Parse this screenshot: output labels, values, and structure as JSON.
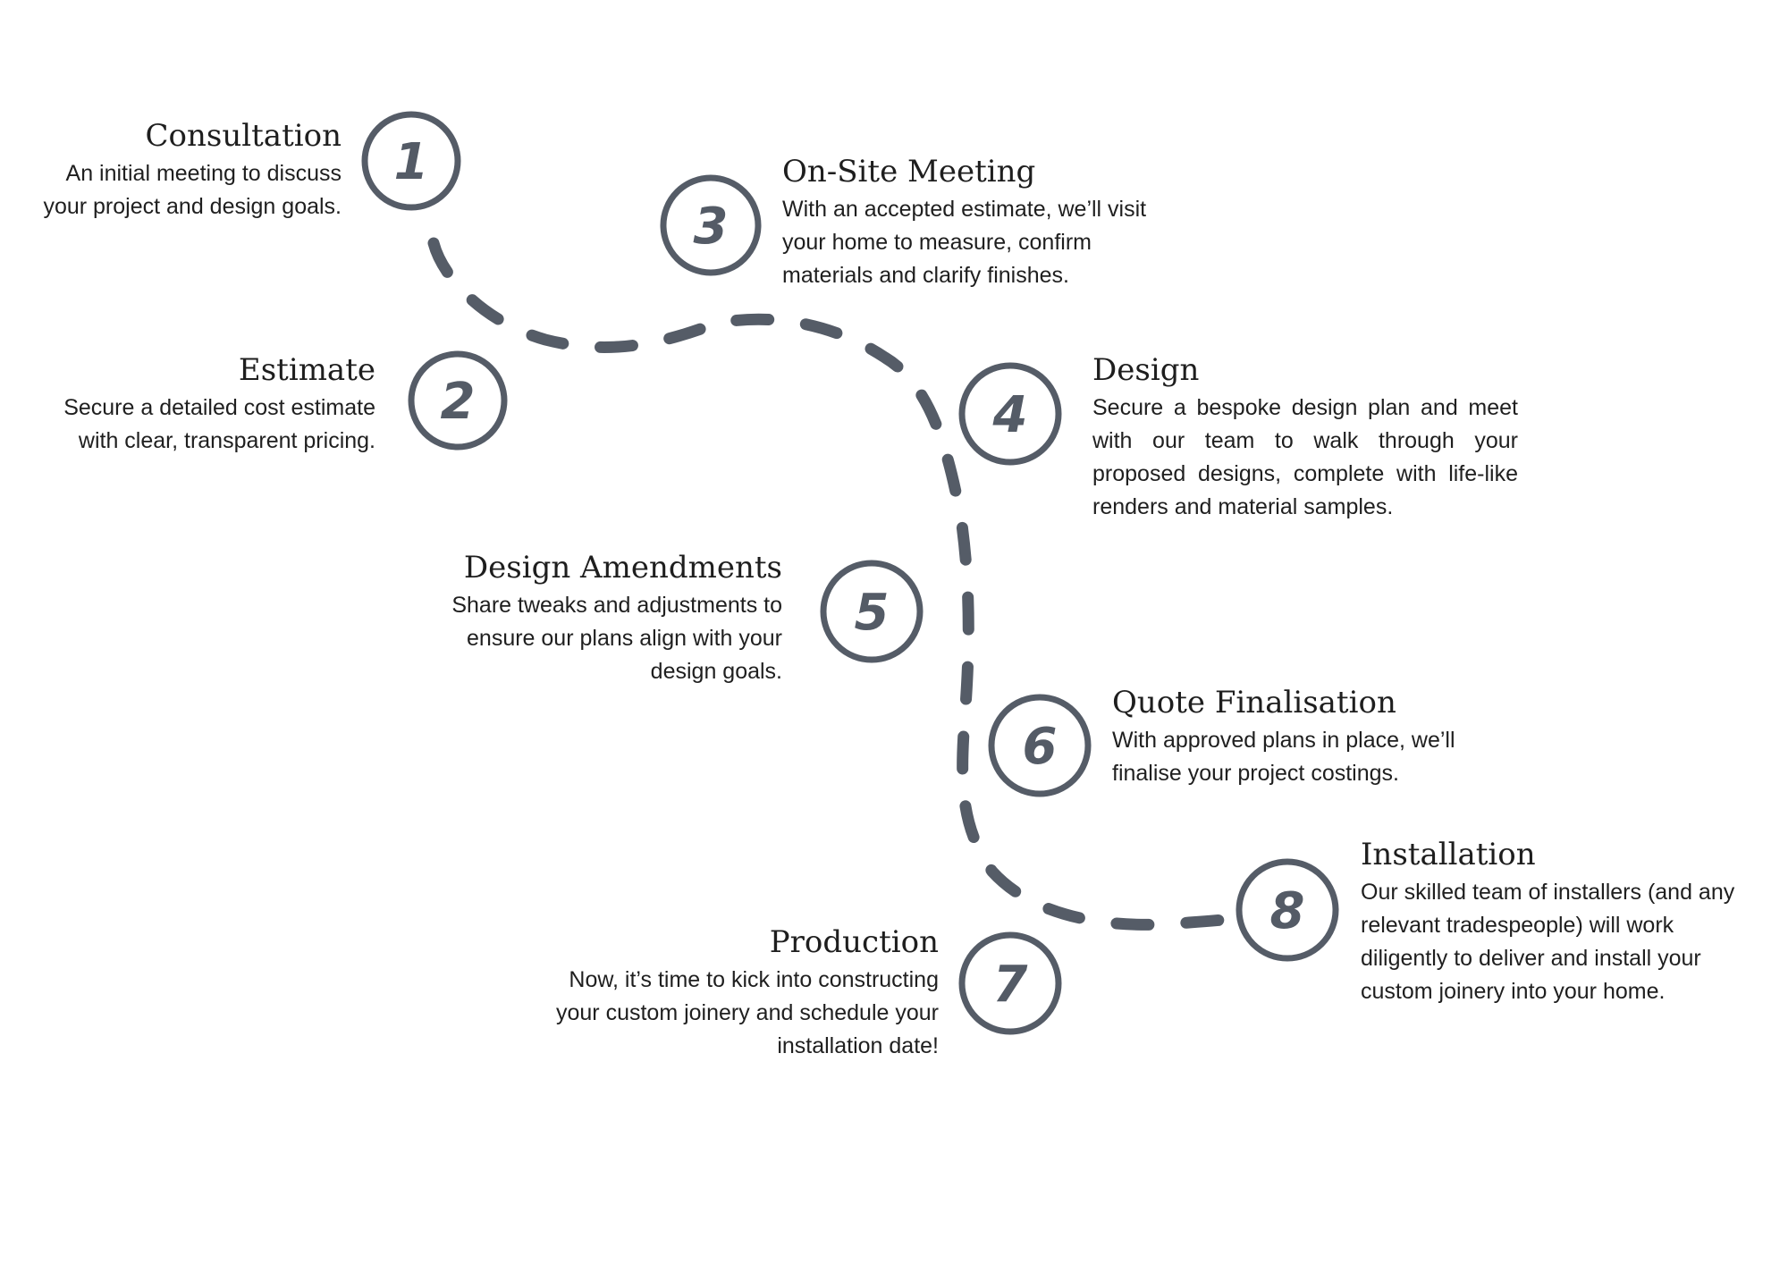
{
  "colors": {
    "ink": "#555c67",
    "text": "#1f1f1f"
  },
  "steps": [
    {
      "number": "1",
      "title": "Consultation",
      "description": "An initial meeting to discuss your project and design goals."
    },
    {
      "number": "2",
      "title": "Estimate",
      "description": "Secure a detailed cost estimate with clear, transparent pricing."
    },
    {
      "number": "3",
      "title": "On-Site Meeting",
      "description": "With an accepted estimate, we’ll visit your home to measure, confirm materials and clarify finishes."
    },
    {
      "number": "4",
      "title": "Design",
      "description": "Secure a bespoke design plan and meet with our team to walk through your proposed designs, complete with life-like renders and material samples."
    },
    {
      "number": "5",
      "title": "Design Amendments",
      "description": "Share tweaks and adjustments to ensure our plans align with your design goals."
    },
    {
      "number": "6",
      "title": "Quote Finalisation",
      "description": "With approved plans in place, we’ll finalise your project costings."
    },
    {
      "number": "7",
      "title": "Production",
      "description": "Now, it’s time to kick into constructing your custom joinery and schedule your installation date!"
    },
    {
      "number": "8",
      "title": "Installation",
      "description": "Our skilled team of installers (and any relevant tradespeople) will work diligently to deliver and install your custom joinery into your home."
    }
  ]
}
